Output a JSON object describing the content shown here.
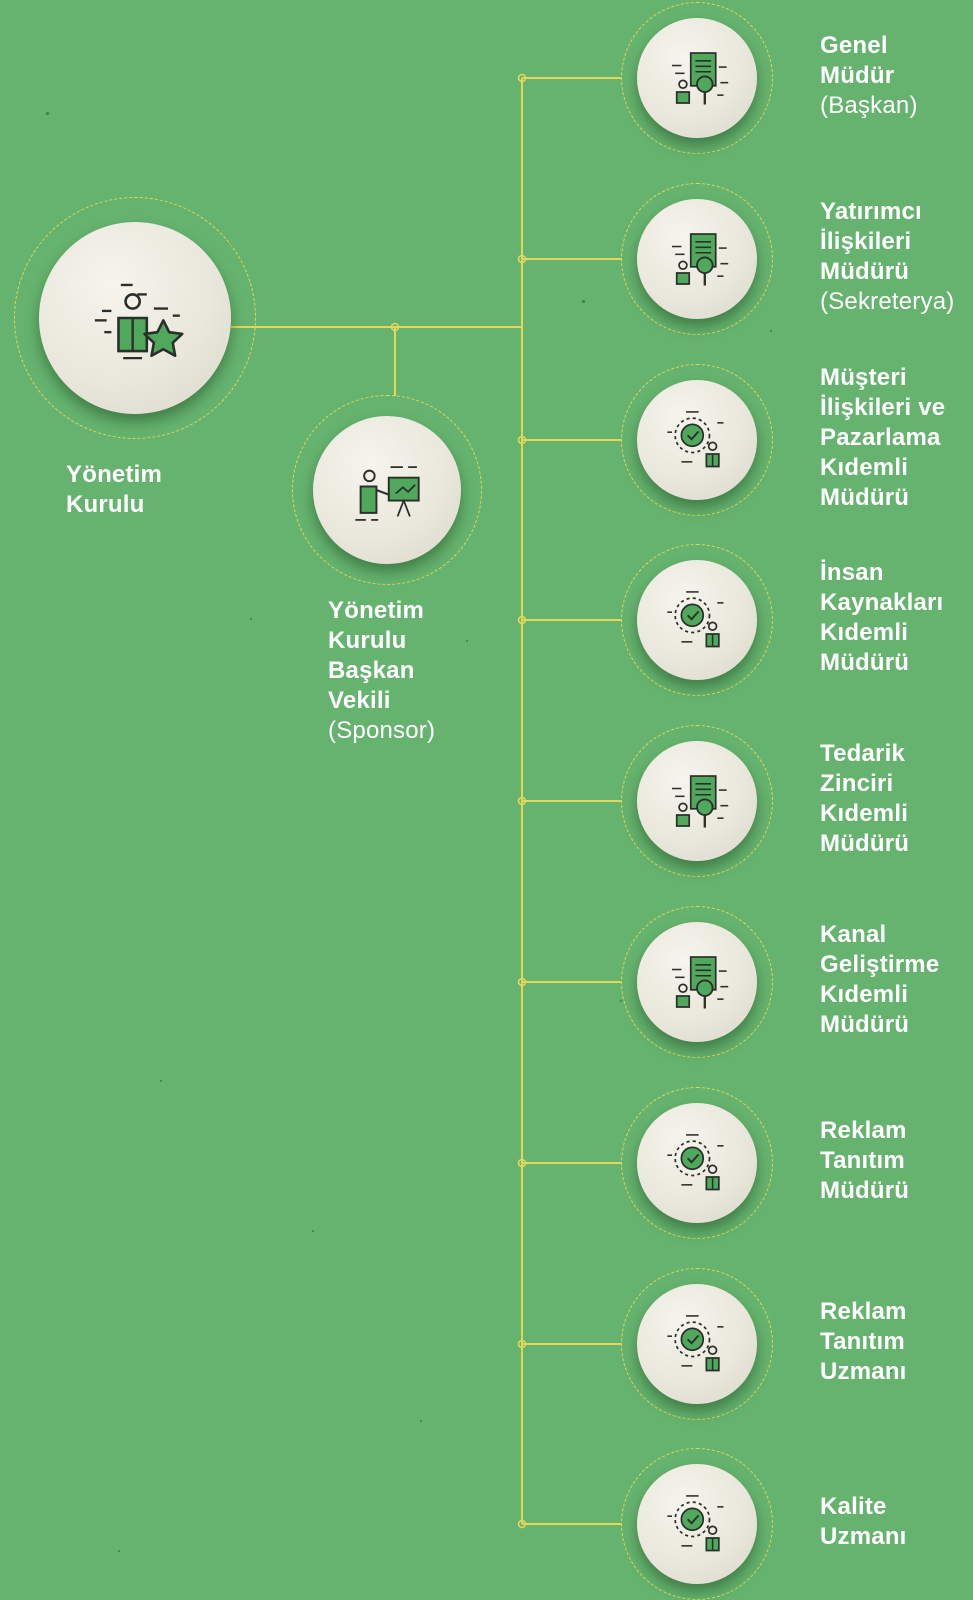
{
  "colors": {
    "background": "#66b36f",
    "connector": "#e3d75a",
    "disc": "#eeebe1",
    "icon_green": "#4fa85c",
    "icon_dark": "#2b2f2b",
    "text": "#ffffff"
  },
  "board": {
    "icon": "person-star-icon",
    "title_lines": [
      "Yönetim",
      "Kurulu"
    ],
    "subtitle": ""
  },
  "vice_chair": {
    "icon": "presentation-icon",
    "title_lines": [
      "Yönetim",
      "Kurulu",
      "Başkan",
      "Vekili"
    ],
    "subtitle": "(Sponsor)"
  },
  "members": [
    {
      "icon": "document-search-icon",
      "title_lines": [
        "Genel",
        "Müdür"
      ],
      "subtitle": "(Başkan)"
    },
    {
      "icon": "document-search-icon",
      "title_lines": [
        "Yatırımcı",
        "İlişkileri",
        "Müdürü"
      ],
      "subtitle": "(Sekreterya)"
    },
    {
      "icon": "clock-person-icon",
      "title_lines": [
        "Müşteri",
        "İlişkileri ve",
        "Pazarlama",
        "Kıdemli",
        "Müdürü"
      ],
      "subtitle": ""
    },
    {
      "icon": "clock-person-icon",
      "title_lines": [
        "İnsan",
        "Kaynakları",
        "Kıdemli",
        "Müdürü"
      ],
      "subtitle": ""
    },
    {
      "icon": "document-search-icon",
      "title_lines": [
        "Tedarik",
        "Zinciri",
        "Kıdemli",
        "Müdürü"
      ],
      "subtitle": ""
    },
    {
      "icon": "document-search-icon",
      "title_lines": [
        "Kanal",
        "Geliştirme",
        "Kıdemli",
        "Müdürü"
      ],
      "subtitle": ""
    },
    {
      "icon": "clock-person-icon",
      "title_lines": [
        "Reklam",
        "Tanıtım",
        "Müdürü"
      ],
      "subtitle": ""
    },
    {
      "icon": "clock-person-icon",
      "title_lines": [
        "Reklam",
        "Tanıtım",
        "Uzmanı"
      ],
      "subtitle": ""
    },
    {
      "icon": "clock-person-icon",
      "title_lines": [
        "Kalite",
        "Uzmanı"
      ],
      "subtitle": ""
    }
  ]
}
